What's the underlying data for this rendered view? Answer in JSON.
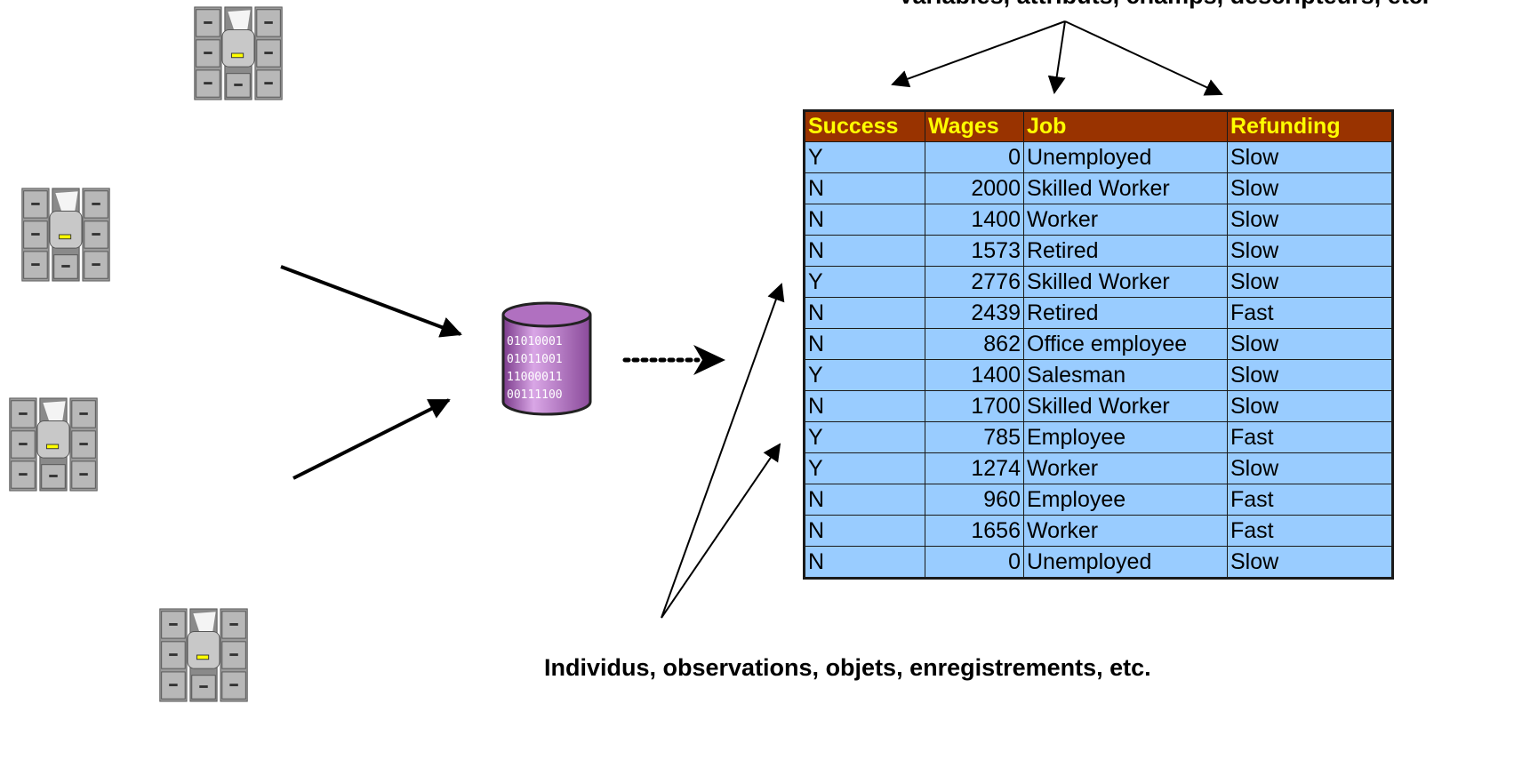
{
  "top_caption": "Variables, attributs, champs, descripteurs, etc.",
  "bottom_caption": "Individus, observations, objets, enregistrements, etc.",
  "table": {
    "headers": [
      "Success",
      "Wages",
      "Job",
      "Refunding"
    ],
    "rows": [
      [
        "Y",
        "0",
        "Unemployed",
        "Slow"
      ],
      [
        "N",
        "2000",
        "Skilled Worker",
        "Slow"
      ],
      [
        "N",
        "1400",
        "Worker",
        "Slow"
      ],
      [
        "N",
        "1573",
        "Retired",
        "Slow"
      ],
      [
        "Y",
        "2776",
        "Skilled Worker",
        "Slow"
      ],
      [
        "N",
        "2439",
        "Retired",
        "Fast"
      ],
      [
        "N",
        "862",
        "Office employee",
        "Slow"
      ],
      [
        "Y",
        "1400",
        "Salesman",
        "Slow"
      ],
      [
        "N",
        "1700",
        "Skilled Worker",
        "Slow"
      ],
      [
        "Y",
        "785",
        "Employee",
        "Fast"
      ],
      [
        "Y",
        "1274",
        "Worker",
        "Slow"
      ],
      [
        "N",
        "960",
        "Employee",
        "Fast"
      ],
      [
        "N",
        "1656",
        "Worker",
        "Fast"
      ],
      [
        "N",
        "0",
        "Unemployed",
        "Slow"
      ]
    ]
  },
  "database_bits": [
    "01010001",
    "01011001",
    "11000011",
    "00111100"
  ],
  "colors": {
    "header_bg": "#993300",
    "header_text": "#ffff00",
    "cell_bg": "#99ccff",
    "database": "#b070c0"
  },
  "icons": [
    "filing-cabinet-icon",
    "database-cylinder-icon"
  ]
}
